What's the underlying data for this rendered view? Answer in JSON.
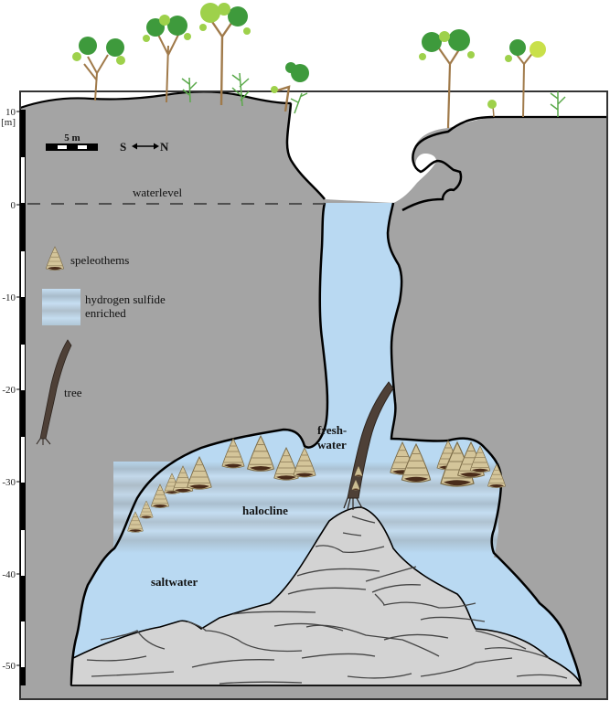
{
  "figure": {
    "type": "cave cross-section diagram",
    "orientation": {
      "left": "S",
      "right": "N"
    },
    "scale_bar": {
      "label": "5 m"
    },
    "depth_axis": {
      "unit": "[m]",
      "ticks": [
        "10",
        "0",
        "-10",
        "-20",
        "-30",
        "-40",
        "-50"
      ]
    },
    "annotations": {
      "waterlevel": "waterlevel",
      "freshwater_line1": "fresh-",
      "freshwater_line2": "water",
      "halocline": "halocline",
      "saltwater": "saltwater"
    },
    "legend": {
      "items": [
        {
          "icon": "speleothem-icon",
          "label": "speleothems"
        },
        {
          "icon": "hydrogen-sulfide-swatch",
          "label_line1": "hydrogen sulfide",
          "label_line2": "enriched"
        },
        {
          "icon": "tree-trunk-icon",
          "label": "tree"
        }
      ]
    },
    "colors": {
      "rock": "#a4a4a4",
      "water": "#b9d9f2",
      "sediment_mound": "#d3d3d3",
      "speleothem": "#d4c59a",
      "speleothem_base": "#4a2c1a",
      "tree_trunk": "#4e4037",
      "foliage_dark": "#3e9a3c",
      "foliage_light": "#9ed14b",
      "outline": "#000000"
    }
  }
}
